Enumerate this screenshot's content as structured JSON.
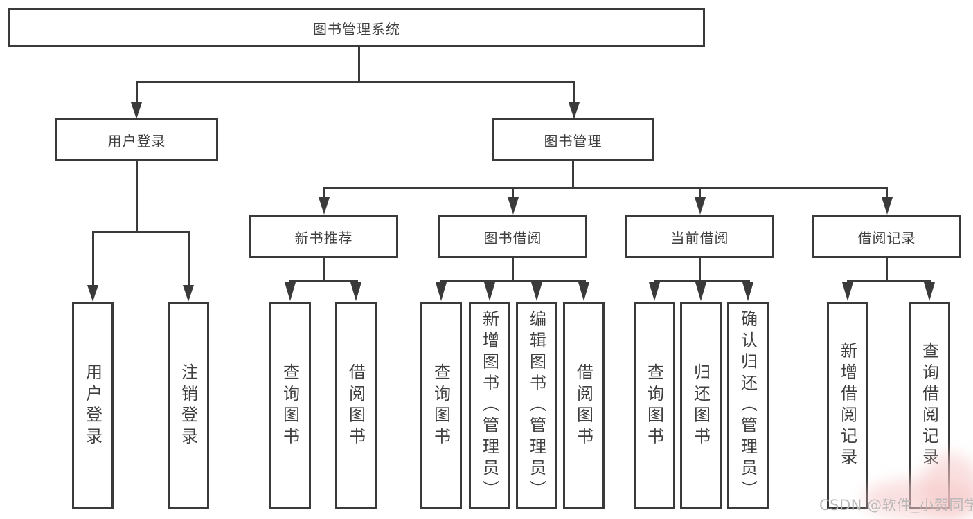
{
  "colors": {
    "line": "#3a3a3a",
    "text": "#3f3f3f",
    "background": "#ffffff",
    "watermark_text": "#b9b9b9"
  },
  "tree": {
    "root": {
      "label": "图书管理系统"
    },
    "level2": [
      {
        "label": "用户登录"
      },
      {
        "label": "图书管理"
      }
    ],
    "level3": [
      {
        "label": "新书推荐"
      },
      {
        "label": "图书借阅"
      },
      {
        "label": "当前借阅"
      },
      {
        "label": "借阅记录"
      }
    ],
    "leaves": [
      {
        "label": "用户登录"
      },
      {
        "label": "注销登录"
      },
      {
        "label": "查询图书"
      },
      {
        "label": "借阅图书"
      },
      {
        "label": "查询图书"
      },
      {
        "label": "新增图书（管理员）"
      },
      {
        "label": "编辑图书（管理员）"
      },
      {
        "label": "借阅图书"
      },
      {
        "label": "查询图书"
      },
      {
        "label": "归还图书"
      },
      {
        "label": "确认归还（管理员）"
      },
      {
        "label": "新增借阅记录"
      },
      {
        "label": "查询借阅记录"
      }
    ]
  },
  "watermark": {
    "text": "CSDN @软件_小贺同学"
  }
}
